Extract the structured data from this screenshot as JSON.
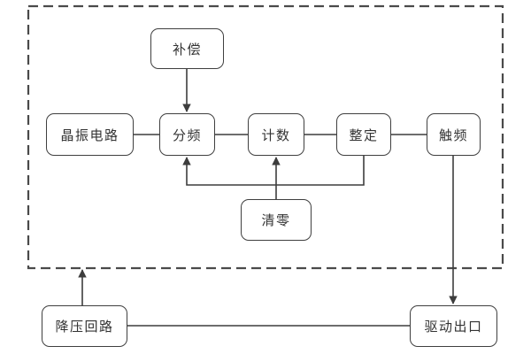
{
  "diagram": {
    "title": "timer-control-block-diagram",
    "nodes": [
      {
        "id": "buchang",
        "label": "补偿"
      },
      {
        "id": "jingzhen",
        "label": "晶振电路"
      },
      {
        "id": "fenpin",
        "label": "分频"
      },
      {
        "id": "jishu",
        "label": "计数"
      },
      {
        "id": "zhengding",
        "label": "整定"
      },
      {
        "id": "chupin",
        "label": "触频"
      },
      {
        "id": "qingling",
        "label": "清零"
      },
      {
        "id": "jiangya",
        "label": "降压回路"
      },
      {
        "id": "qudong",
        "label": "驱动出口"
      }
    ],
    "edges": [
      {
        "from": "补偿",
        "to": "分频",
        "arrow": true
      },
      {
        "from": "晶振电路",
        "to": "分频",
        "arrow": false
      },
      {
        "from": "分频",
        "to": "计数",
        "arrow": false
      },
      {
        "from": "计数",
        "to": "整定",
        "arrow": false
      },
      {
        "from": "整定",
        "to": "触频",
        "arrow": false
      },
      {
        "from": "整定",
        "to": "分频",
        "arrow": true
      },
      {
        "from": "清零",
        "to": "计数",
        "arrow": true
      },
      {
        "from": "触频",
        "to": "驱动出口",
        "arrow": true
      },
      {
        "from": "降压回路",
        "to": "虚线框",
        "arrow": true
      },
      {
        "from": "降压回路",
        "to": "驱动出口",
        "arrow": false
      }
    ],
    "colors": {
      "background": "#ffffff",
      "box_fill": "#ffffff",
      "box_border": "#3f3f3f",
      "line": "#3d3d3d",
      "dashed_border": "#4a4a4a",
      "text": "#333333"
    }
  }
}
